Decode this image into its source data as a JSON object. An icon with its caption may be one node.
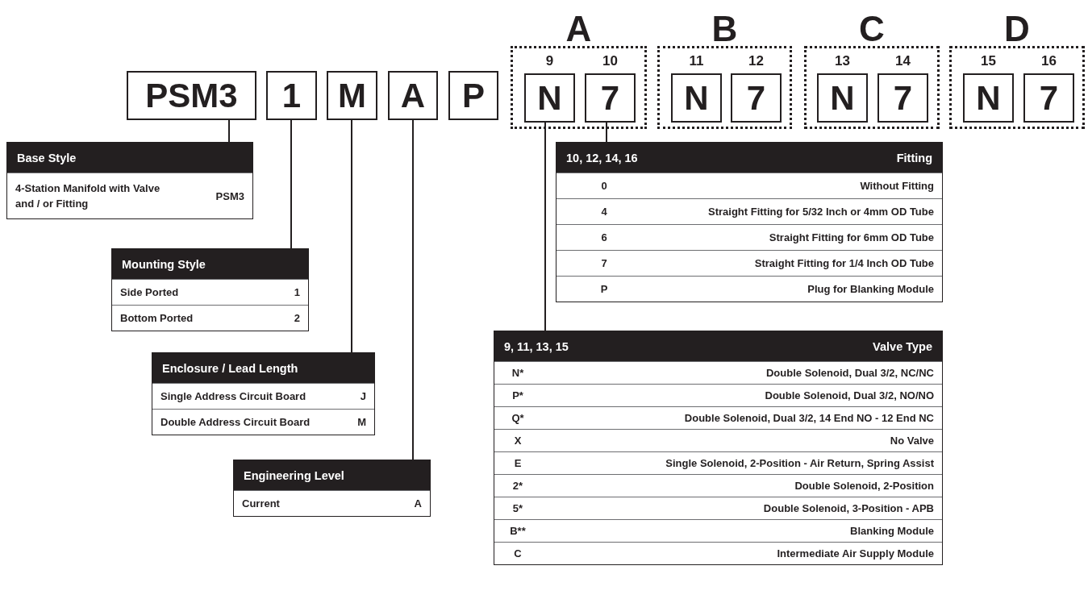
{
  "diagram": {
    "nodes": [
      {
        "text": [
          "PSM3"
        ]
      },
      {
        "text": [
          "1"
        ]
      },
      {
        "text": [
          "M"
        ]
      },
      {
        "text": [
          "A"
        ]
      },
      {
        "text": [
          "P"
        ]
      },
      {
        "text": [
          "A",
          "9",
          "10"
        ]
      },
      {
        "text": [
          "N"
        ],
        "in": 5
      },
      {
        "text": [
          "7"
        ],
        "in": 5
      },
      {
        "text": [
          "B",
          "11",
          "12"
        ]
      },
      {
        "text": [
          "N"
        ],
        "in": 8
      },
      {
        "text": [
          "7"
        ],
        "in": 8
      },
      {
        "text": [
          "C",
          "13",
          "14"
        ]
      },
      {
        "text": [
          "N"
        ],
        "in": 11
      },
      {
        "text": [
          "7"
        ],
        "in": 11
      },
      {
        "text": [
          "D",
          "15",
          "16"
        ]
      },
      {
        "text": [
          "N"
        ],
        "in": 14
      },
      {
        "text": [
          "7"
        ],
        "in": 14
      },
      {
        "text": [
          "Base Style",
          "4-Station Manifold with Valve and / or Fitting",
          "PSM3"
        ]
      },
      {
        "text": [
          "Mounting Style",
          "Side Ported",
          "1",
          "Bottom Ported",
          "2"
        ]
      },
      {
        "text": [
          "Enclosure / Lead Length",
          "Single Address Circuit Board",
          "J",
          "Double Address Circuit Board",
          "M"
        ]
      },
      {
        "text": [
          "Engineering Level",
          "Current",
          "A"
        ]
      },
      {
        "text": [
          "10, 12, 14, 16",
          "Fitting",
          "0",
          "Without Fitting",
          "4",
          "Straight Fitting for 5/32 Inch or 4mm OD Tube",
          "6",
          "Straight Fitting for 6mm OD Tube",
          "7",
          "Straight Fitting for 1/4 Inch OD Tube",
          "P",
          "Plug for Blanking Module"
        ]
      },
      {
        "text": [
          "9, 11, 13, 15",
          "Valve Type",
          "N*",
          "Double Solenoid, Dual 3/2, NC/NC",
          "P*",
          "Double Solenoid, Dual 3/2, NO/NO",
          "Q*",
          "Double Solenoid, Dual 3/2, 14 End NO - 12 End NC",
          "X",
          "No Valve",
          "E",
          "Single Solenoid, 2-Position - Air Return, Spring Assist",
          "2*",
          "Double Solenoid, 2-Position",
          "5*",
          "Double Solenoid, 3-Position - APB",
          "B**",
          "Blanking Module",
          "C",
          "Intermediate Air Supply Module"
        ]
      }
    ],
    "edges": [
      {
        "from": 0,
        "to": 17,
        "arrow": "none"
      },
      {
        "from": 1,
        "to": 18,
        "arrow": "none"
      },
      {
        "from": 2,
        "to": 19,
        "arrow": "none"
      },
      {
        "from": 3,
        "to": 20,
        "arrow": "none"
      },
      {
        "from": 6,
        "to": 22,
        "arrow": "none"
      },
      {
        "from": 7,
        "to": 21,
        "arrow": "none"
      }
    ]
  }
}
